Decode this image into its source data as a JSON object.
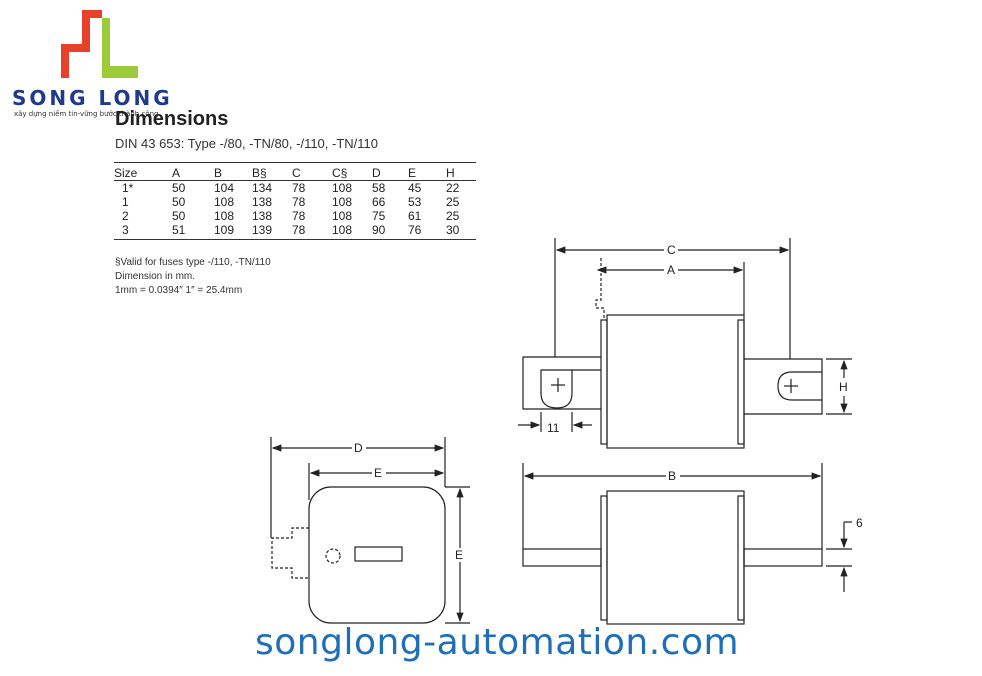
{
  "brand": {
    "name": "SONG LONG",
    "slogan": "xây dựng niềm tin-vững bước thành công",
    "website": "songlong-automation.com",
    "colors": {
      "logo_red": "#e8412b",
      "logo_green": "#9ccb3b",
      "brand_blue": "#1e3a8a",
      "web_blue": "#1f6fb8"
    }
  },
  "title": "Dimensions",
  "subtitle": "DIN 43 653: Type -/80,  -TN/80, -/110,  -TN/110",
  "table": {
    "headers": [
      "Size",
      "A",
      "B",
      "B§",
      "C",
      "C§",
      "D",
      "E",
      "H"
    ],
    "rows": [
      [
        "1*",
        "50",
        "104",
        "134",
        "78",
        "108",
        "58",
        "45",
        "22"
      ],
      [
        "1",
        "50",
        "108",
        "138",
        "78",
        "108",
        "66",
        "53",
        "25"
      ],
      [
        "2",
        "50",
        "108",
        "138",
        "78",
        "108",
        "75",
        "61",
        "25"
      ],
      [
        "3",
        "51",
        "109",
        "139",
        "78",
        "108",
        "90",
        "76",
        "30"
      ]
    ]
  },
  "notes": {
    "valid": "§Valid for fuses type -/110, -TN/110",
    "units": "Dimension in mm.",
    "conversion": "1mm = 0.0394″     1″ = 25.4mm"
  },
  "drawing_labels": {
    "C": "C",
    "A": "A",
    "H": "H",
    "eleven": "11",
    "D": "D",
    "E_top": "E",
    "E_side": "E",
    "B": "B",
    "six": "6"
  }
}
